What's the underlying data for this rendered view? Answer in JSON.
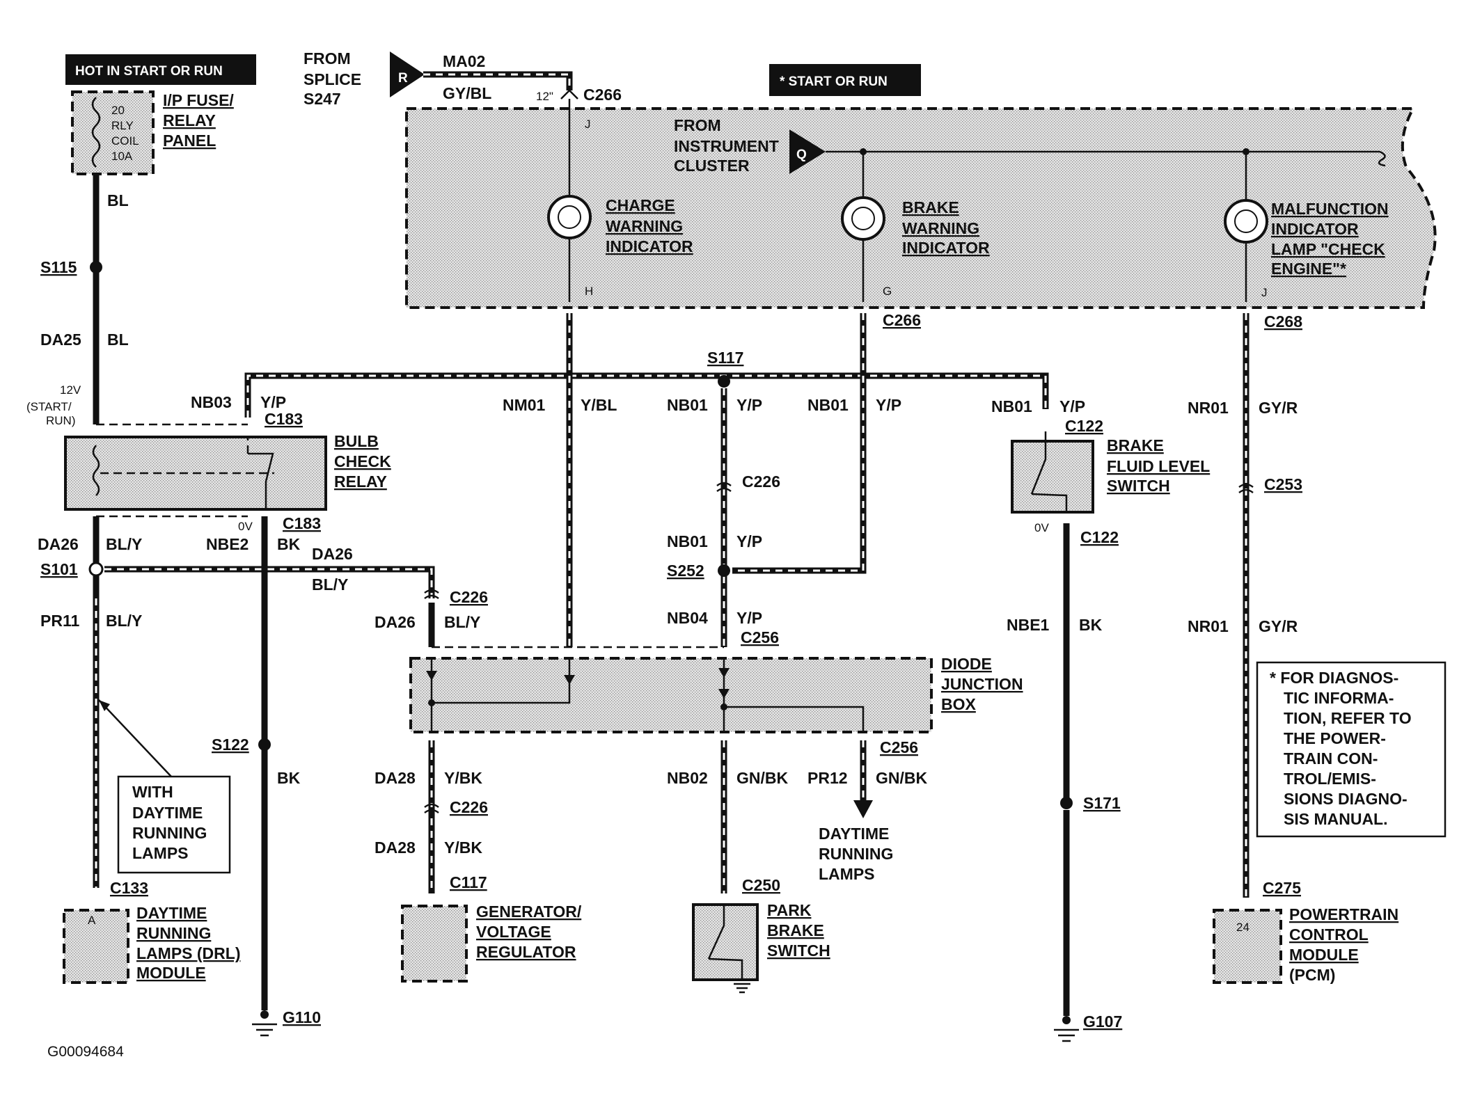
{
  "header": {
    "hot_label": "HOT IN START OR RUN",
    "start_run_label": "* START OR RUN",
    "from_splice": [
      "FROM",
      "SPLICE",
      "S247"
    ],
    "from_cluster": [
      "FROM",
      "INSTRUMENT",
      "CLUSTER"
    ],
    "connector_r": "R",
    "connector_q": "Q"
  },
  "fuse_panel": {
    "title": [
      "I/P FUSE/",
      "RELAY",
      "PANEL"
    ],
    "fuse_text": [
      "20",
      "RLY",
      "COIL",
      "10A"
    ]
  },
  "indicators": [
    {
      "lines": [
        "CHARGE",
        "WARNING",
        "INDICATOR"
      ],
      "top_pin": "J",
      "bottom_pin": "H"
    },
    {
      "lines": [
        "BRAKE",
        "WARNING",
        "INDICATOR"
      ],
      "bottom_pin": "G"
    },
    {
      "lines": [
        "MALFUNCTION",
        "INDICATOR",
        "LAMP \"CHECK",
        "ENGINE\"*"
      ],
      "bottom_pin": "J"
    }
  ],
  "components": {
    "bulb_check_relay": [
      "BULB",
      "CHECK",
      "RELAY"
    ],
    "brake_fluid_switch": [
      "BRAKE",
      "FLUID LEVEL",
      "SWITCH"
    ],
    "diode_box": [
      "DIODE",
      "JUNCTION",
      "BOX"
    ],
    "drl_module": [
      "DAYTIME",
      "RUNNING",
      "LAMPS (DRL)",
      "MODULE"
    ],
    "drl_module_pin": "A",
    "generator": [
      "GENERATOR/",
      "VOLTAGE",
      "REGULATOR"
    ],
    "park_brake": [
      "PARK",
      "BRAKE",
      "SWITCH"
    ],
    "pcm": [
      "POWERTRAIN",
      "CONTROL",
      "MODULE",
      "(PCM)"
    ],
    "pcm_pin": "24",
    "drl_arrow": [
      "DAYTIME",
      "RUNNING",
      "LAMPS"
    ]
  },
  "notes": {
    "with_drl": [
      "WITH",
      "DAYTIME",
      "RUNNING",
      "LAMPS"
    ],
    "diag": [
      "* FOR DIAGNOS-",
      "TIC INFORMA-",
      "TION, REFER TO",
      "THE POWER-",
      "TRAIN CON-",
      "TROL/EMIS-",
      "SIONS DIAGNO-",
      "SIS MANUAL."
    ]
  },
  "labels": {
    "ma02": "MA02",
    "gy_bl": "GY/BL",
    "twelve_in": "12\"",
    "c266_top": "C266",
    "pin_j": "J",
    "bl_1": "BL",
    "s115": "S115",
    "da25": "DA25",
    "bl_2": "BL",
    "v12": "12V",
    "start_run": [
      "(START/",
      "RUN)"
    ],
    "nb03": "NB03",
    "yp_1": "Y/P",
    "c183_top": "C183",
    "nm01": "NM01",
    "ybl": "Y/BL",
    "s117": "S117",
    "nb01_a": "NB01",
    "yp_2": "Y/P",
    "nb01_b": "NB01",
    "yp_3": "Y/P",
    "nb01_c": "NB01",
    "yp_4": "Y/P",
    "c122_top": "C122",
    "c266_mid": "C266",
    "c268": "C268",
    "nr01_a": "NR01",
    "gyr_a": "GY/R",
    "c226_mid": "C226",
    "c253": "C253",
    "zero_v_1": "0V",
    "c183_bot": "C183",
    "da26_a": "DA26",
    "bly_a": "BL/Y",
    "nbe2": "NBE2",
    "bk_1": "BK",
    "da26_b": "DA26",
    "bly_b": "BL/Y",
    "s101": "S101",
    "c226_left": "C226",
    "da26_c": "DA26",
    "bly_c": "BL/Y",
    "pr11": "PR11",
    "bly_d": "BL/Y",
    "nb01_d": "NB01",
    "yp_5": "Y/P",
    "s252": "S252",
    "nb04": "NB04",
    "yp_6": "Y/P",
    "c256_top": "C256",
    "zero_v_2": "0V",
    "c122_bot": "C122",
    "nbe1": "NBE1",
    "bk_2": "BK",
    "nr01_b": "NR01",
    "gyr_b": "GY/R",
    "s122": "S122",
    "bk_3": "BK",
    "c256_bot": "C256",
    "da28_a": "DA28",
    "ybk_a": "Y/BK",
    "c226_low": "C226",
    "da28_b": "DA28",
    "ybk_b": "Y/BK",
    "nb02": "NB02",
    "gnbk_a": "GN/BK",
    "pr12": "PR12",
    "gnbk_b": "GN/BK",
    "s171": "S171",
    "c133": "C133",
    "c117": "C117",
    "c250": "C250",
    "c275": "C275",
    "g110": "G110",
    "g107": "G107"
  },
  "figure_id": "G00094684"
}
